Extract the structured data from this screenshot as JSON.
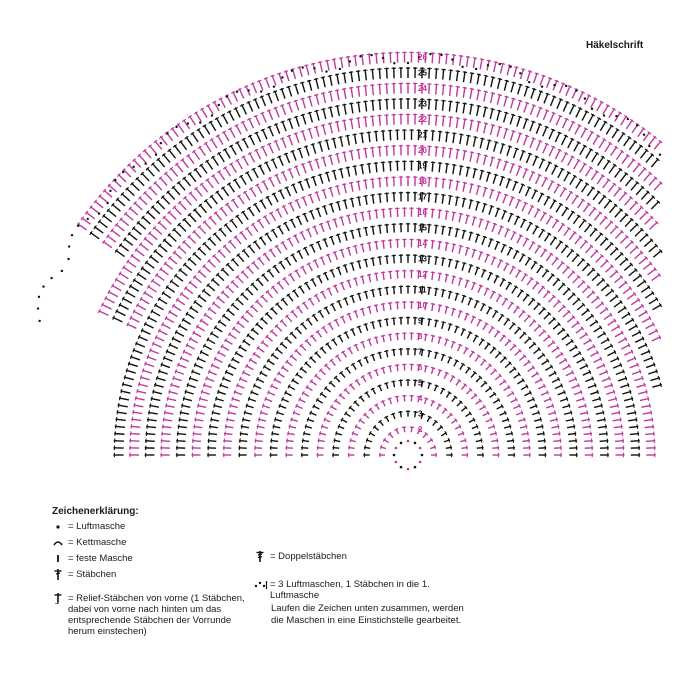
{
  "title": "Häkelschrift",
  "row_numbers": [
    "2",
    "3",
    "4",
    "5",
    "6",
    "7",
    "8",
    "9",
    "10",
    "11",
    "12",
    "13",
    "14",
    "15",
    "16",
    "17",
    "18",
    "19",
    "20",
    "21",
    "22",
    "23",
    "24",
    "25",
    "26"
  ],
  "colors": {
    "pink": "#c0399e",
    "black": "#111111"
  },
  "legend": {
    "heading": "Zeichenerklärung:",
    "items": [
      {
        "symbol": "dot-icon",
        "text": "= Luftmasche"
      },
      {
        "symbol": "arc-icon",
        "text": "= Kettmasche"
      },
      {
        "symbol": "bar-icon",
        "text": "= feste Masche"
      },
      {
        "symbol": "dc-icon",
        "text": "= Stäbchen"
      },
      {
        "symbol": "relief-dc-icon",
        "text": "= Relief-Stäbchen von vorne (1 Stäbchen, dabei von vorne nach hinten um das entsprechende Stäbchen der Vorrunde herum einstechen)"
      },
      {
        "symbol": "tr-icon",
        "text": "= Doppelstäbchen"
      },
      {
        "symbol": "ch3-dc-icon",
        "text": "= 3 Luftmaschen, 1 Stäbchen in die 1. Luftmasche"
      }
    ],
    "note": "Laufen die Zeichen unten zusammen, werden die Maschen in eine Einstichstelle gearbeitet."
  }
}
